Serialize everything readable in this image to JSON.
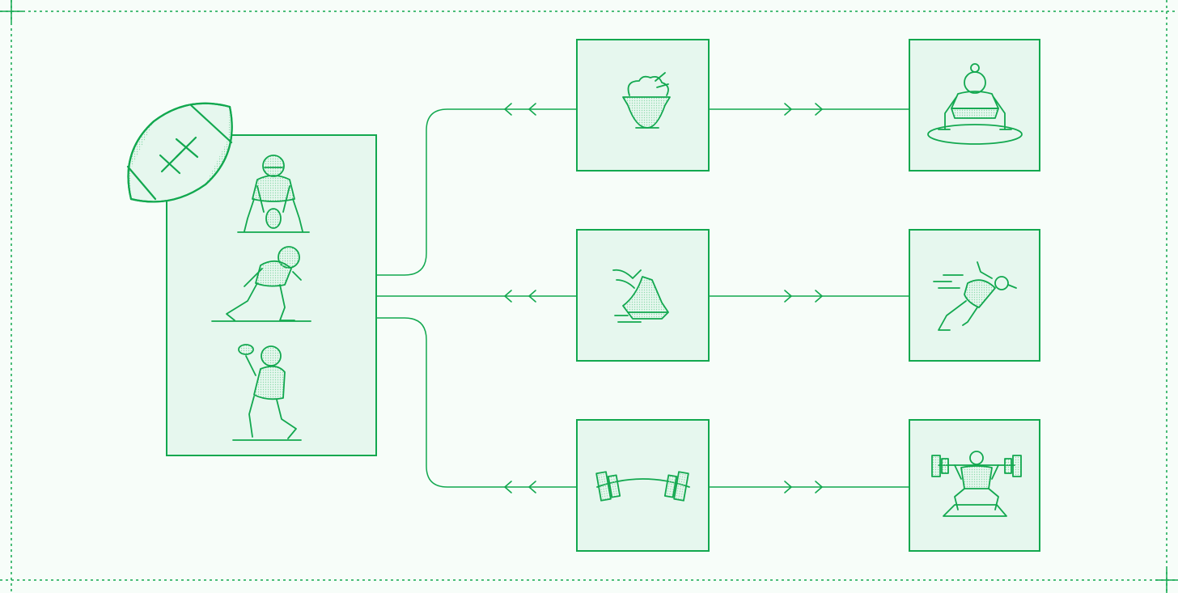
{
  "colors": {
    "stroke": "#12a84f",
    "fill": "#e6f7ee",
    "background": "#f7fdf9",
    "dot": "#8fd9ad"
  },
  "diagram": {
    "source": {
      "name": "football-players",
      "badge_icon": "football-icon",
      "icons": [
        "football-center-icon",
        "football-lineman-icon",
        "football-quarterback-icon"
      ]
    },
    "middle_nodes": [
      {
        "name": "rice-bowl",
        "icon": "rice-bowl-icon"
      },
      {
        "name": "running-shoe",
        "icon": "running-shoe-icon"
      },
      {
        "name": "barbell",
        "icon": "barbell-icon"
      }
    ],
    "end_nodes": [
      {
        "name": "sumo-wrestler",
        "icon": "sumo-wrestler-icon"
      },
      {
        "name": "sprinter",
        "icon": "sprinter-icon"
      },
      {
        "name": "weightlifter",
        "icon": "weightlifter-icon"
      }
    ],
    "edges": [
      {
        "from": "rice-bowl",
        "to": "football-players"
      },
      {
        "from": "running-shoe",
        "to": "football-players"
      },
      {
        "from": "barbell",
        "to": "football-players"
      },
      {
        "from": "rice-bowl",
        "to": "sumo-wrestler"
      },
      {
        "from": "running-shoe",
        "to": "sprinter"
      },
      {
        "from": "barbell",
        "to": "weightlifter"
      }
    ]
  }
}
